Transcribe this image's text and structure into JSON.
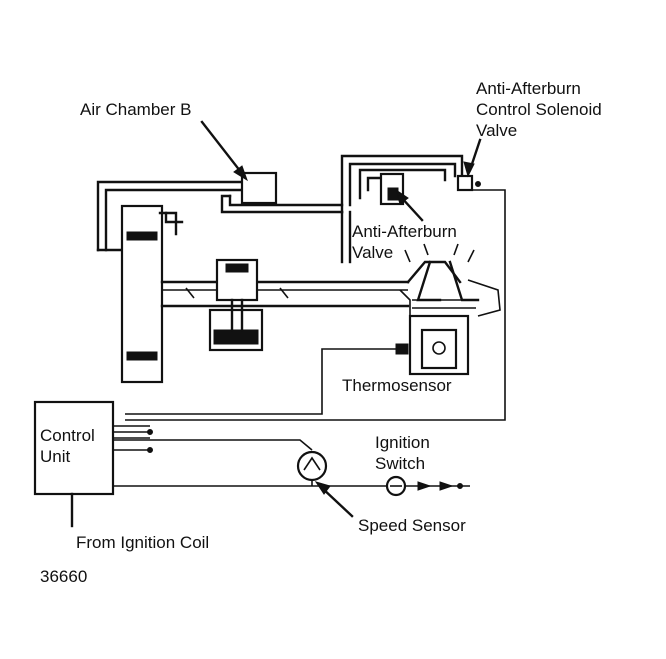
{
  "labels": {
    "air_chamber_b": "Air Chamber B",
    "anti_afterburn_solenoid_line1": "Anti-Afterburn",
    "anti_afterburn_solenoid_line2": "Control Solenoid",
    "anti_afterburn_solenoid_line3": "Valve",
    "anti_afterburn_valve_line1": "Anti-Afterburn",
    "anti_afterburn_valve_line2": "Valve",
    "thermosensor": "Thermosensor",
    "control_unit_line1": "Control",
    "control_unit_line2": "Unit",
    "ignition_switch_line1": "Ignition",
    "ignition_switch_line2": "Switch",
    "speed_sensor": "Speed Sensor",
    "from_ignition_coil": "From Ignition Coil",
    "figure_number": "36660"
  }
}
